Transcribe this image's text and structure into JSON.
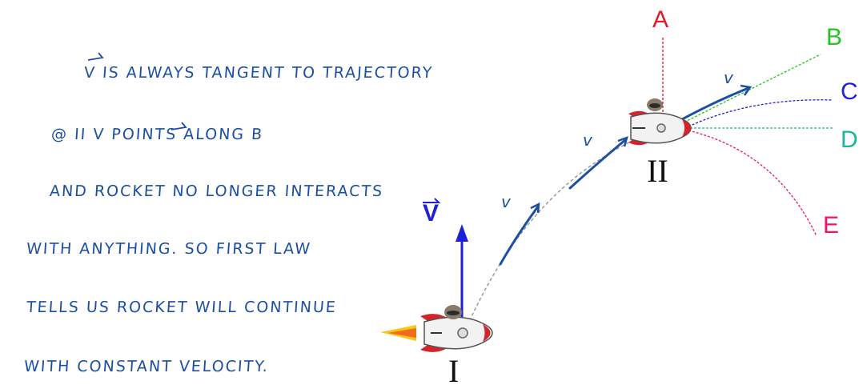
{
  "notes": {
    "line1": "V IS ALWAYS TANGENT TO TRAJECTORY",
    "line2": "@ II   V POINTS ALONG  B",
    "line3": "AND ROCKET NO LONGER INTERACTS",
    "line4": "WITH ANYTHING. SO FIRST LAW",
    "line5": "TELLS US ROCKET WILL CONTINUE",
    "line6": "WITH CONSTANT VELOCITY."
  },
  "diagram": {
    "point_I": "I",
    "point_II": "II",
    "velocity_label": "V",
    "paths": {
      "A": "A",
      "B": "B",
      "C": "C",
      "D": "D",
      "E": "E"
    },
    "colors": {
      "A": "#e8182b",
      "B": "#22c51f",
      "C": "#1f1fd6",
      "D": "#17b89c",
      "E": "#f0146a",
      "ink": "#1c4fa3"
    }
  }
}
